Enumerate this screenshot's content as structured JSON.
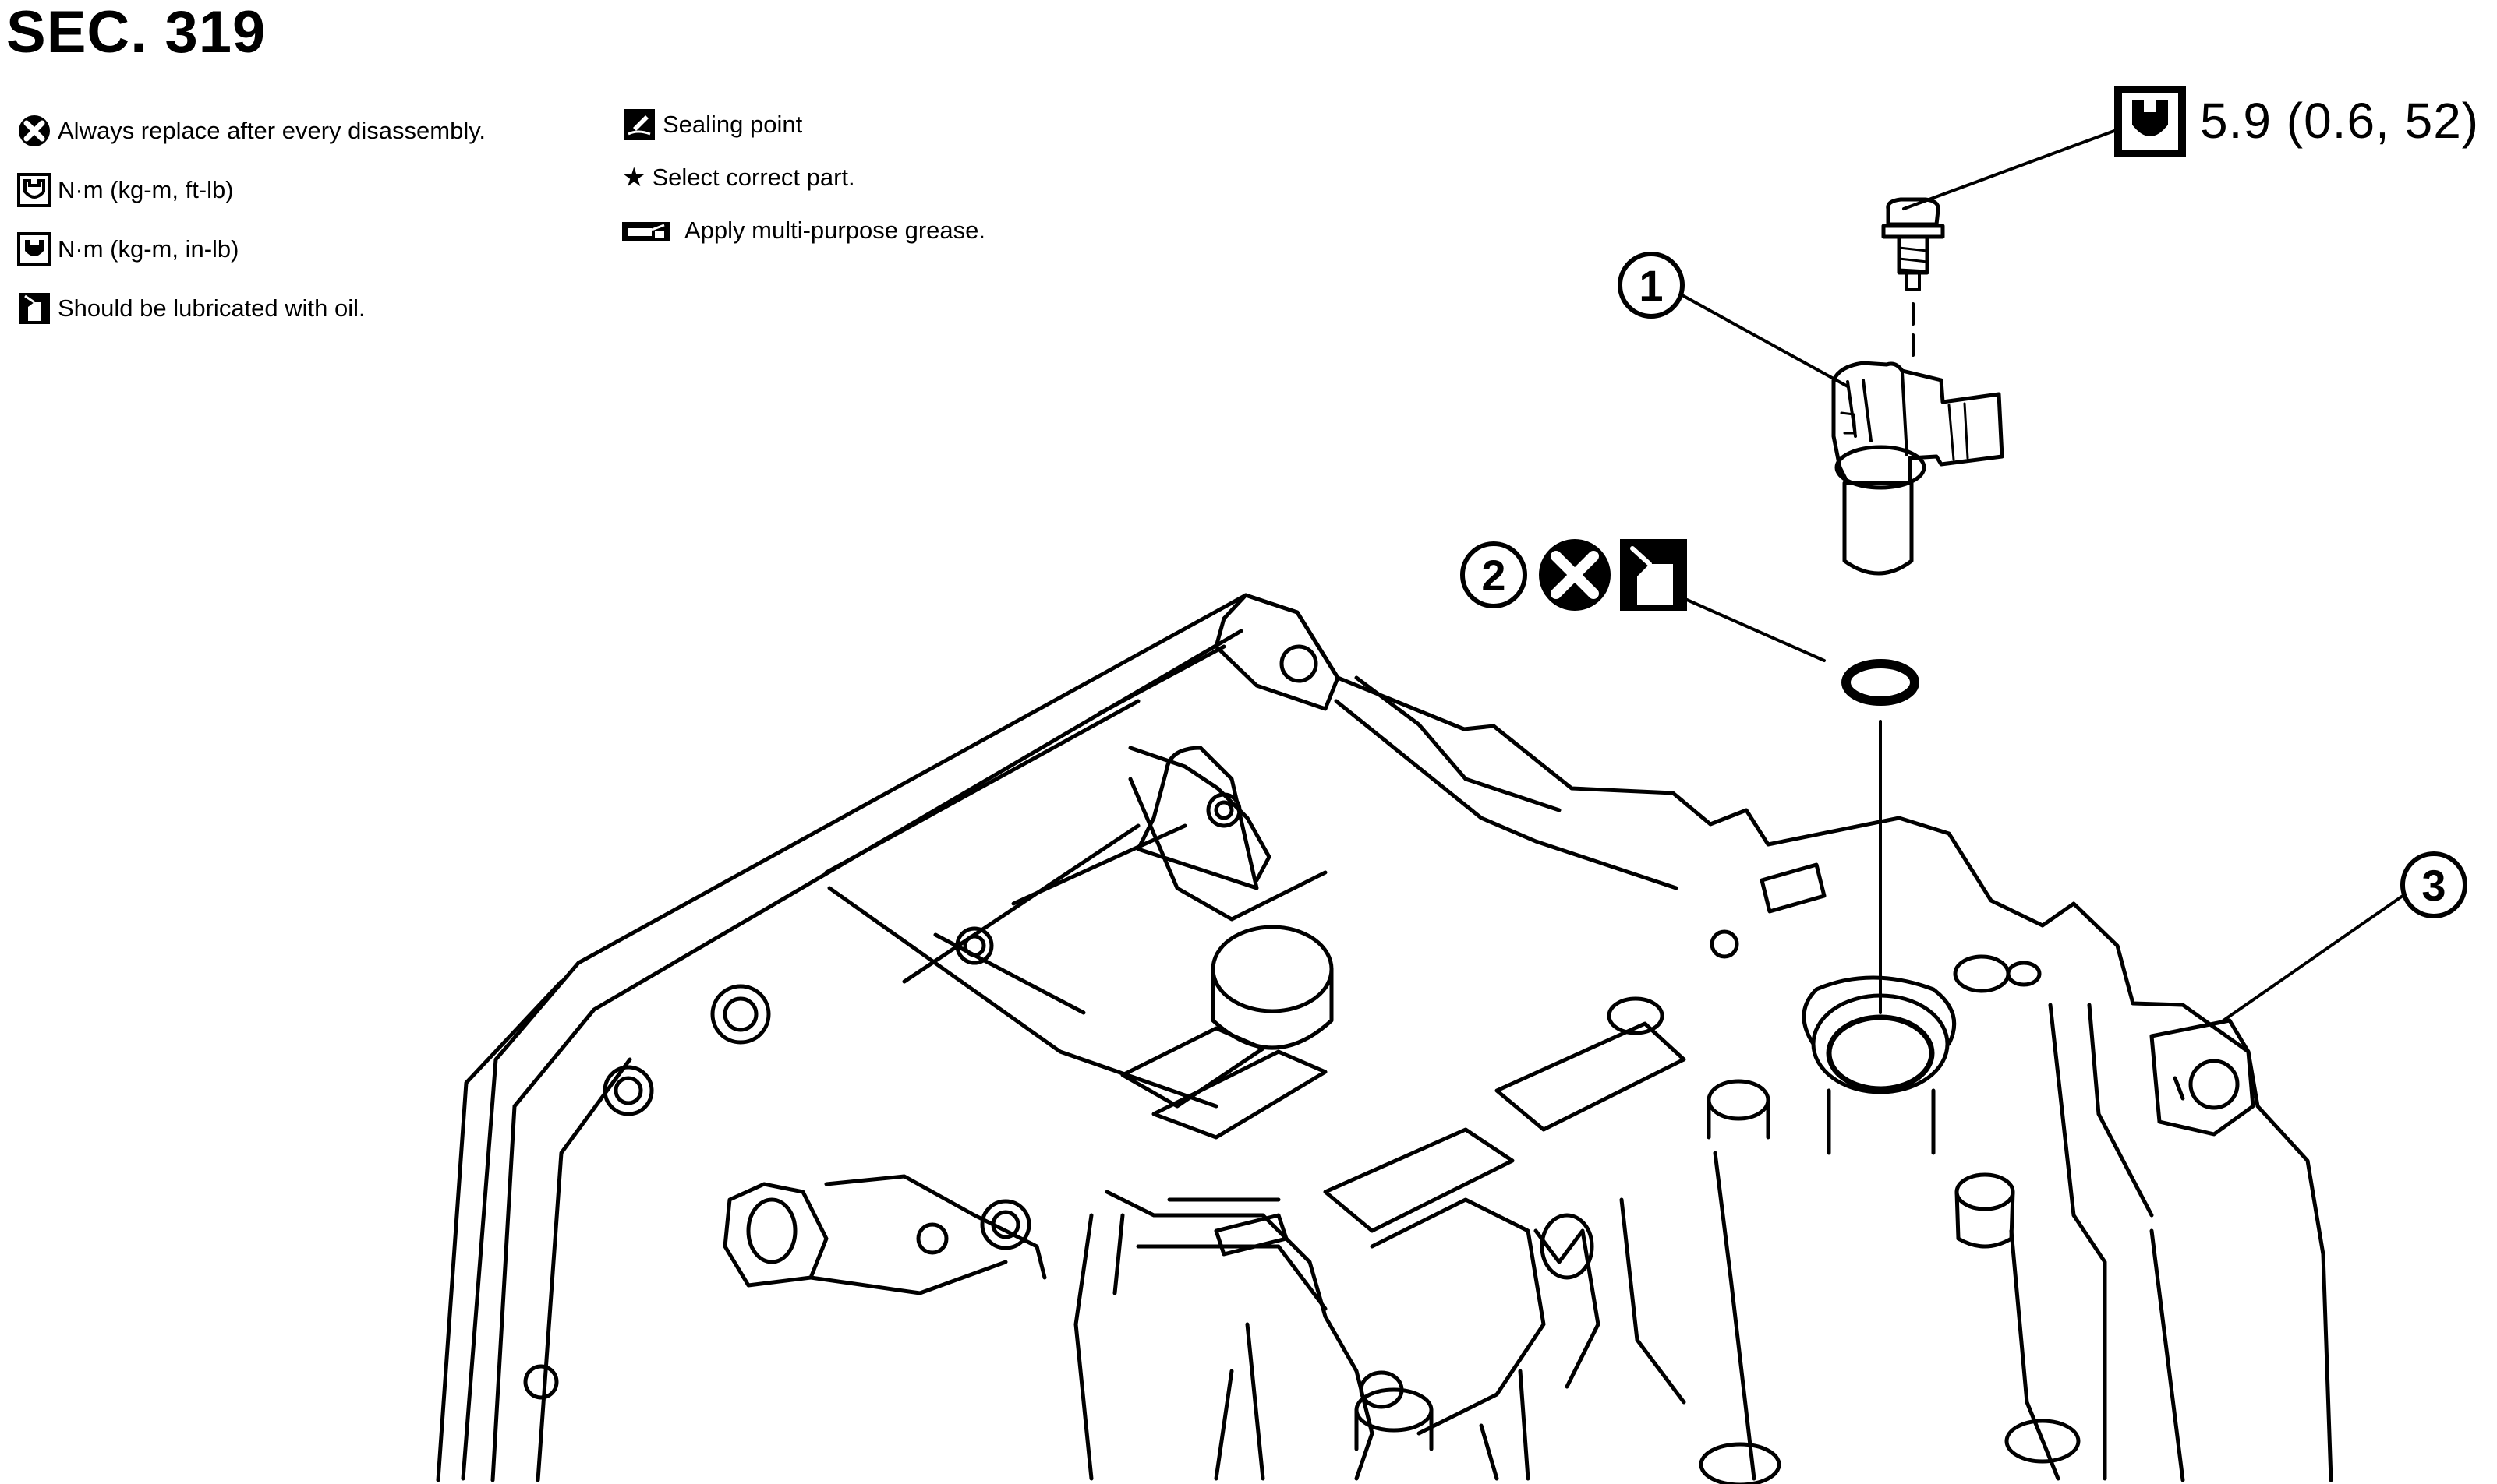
{
  "section": "SEC. 319",
  "legend": {
    "replace": "Always replace after every disassembly.",
    "torque_ftlb": "N·m (kg-m, ft-lb)",
    "torque_inlb": "N·m (kg-m, in-lb)",
    "lubricate": "Should be lubricated with oil.",
    "sealing": "Sealing point",
    "select": "Select correct part.",
    "grease": "Apply multi-purpose grease."
  },
  "callouts": {
    "part1": "1",
    "part2": "2",
    "part3": "3"
  },
  "torque": {
    "value": "5.9 (0.6, 52)"
  },
  "icons": [
    "replace-icon",
    "torque-wrench-icon",
    "oil-can-icon",
    "sealing-icon",
    "star-icon",
    "grease-icon"
  ]
}
